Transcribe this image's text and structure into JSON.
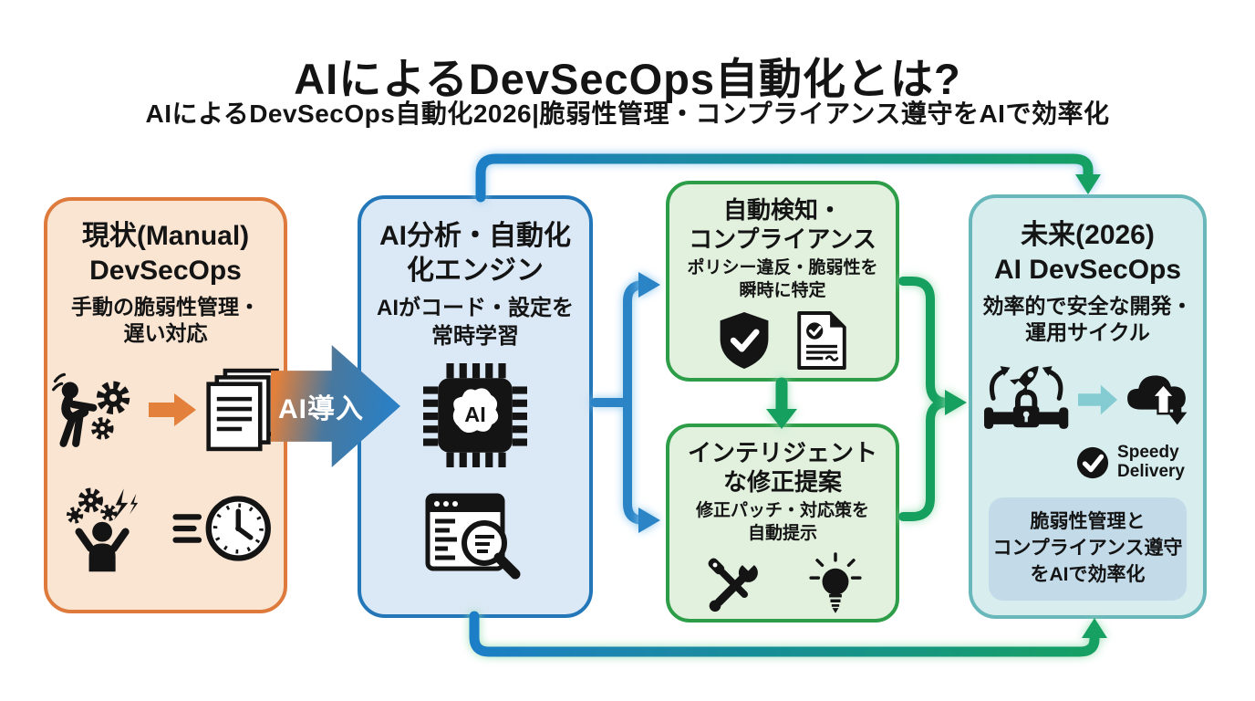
{
  "title": "AIによるDevSecOps自動化とは?",
  "subtitle": "AIによるDevSecOps自動化2026|脆弱性管理・コンプライアンス遵守をAIで効率化",
  "arrows": {
    "ai_adoption_label": "AI導入",
    "flow_top": "engine-to-future",
    "flow_bottom": "engine-to-future",
    "branch_left": "engine-to-detect-and-suggest",
    "branch_right": "detect-and-suggest-to-future",
    "detect_to_suggest": "down"
  },
  "boxes": {
    "current": {
      "title": "現状(Manual)\nDevSecOps",
      "desc": "手動の脆弱性管理・\n遅い対応",
      "icons": [
        "manual-worker-gears-icon",
        "orange-arrow-icon",
        "documents-stack-icon",
        "stressed-developer-icon",
        "slow-clock-icon"
      ]
    },
    "ai": {
      "title": "AI分析・自動化\n化エンジン",
      "desc": "AIがコード・設定を\n常時学習",
      "chip_label": "AI",
      "icons": [
        "ai-chip-brain-icon",
        "code-scan-magnifier-icon"
      ]
    },
    "detect": {
      "title": "自動検知・\nコンプライアンス",
      "desc": "ポリシー違反・脆弱性を\n瞬時に特定",
      "icons": [
        "shield-check-icon",
        "compliance-doc-icon"
      ]
    },
    "suggest": {
      "title": "インテリジェント\nな修正提案",
      "desc": "修正パッチ・対応策を\n自動提示",
      "icons": [
        "repair-tools-icon",
        "idea-bulb-icon"
      ]
    },
    "future": {
      "title": "未来(2026)\nAI DevSecOps",
      "desc": "効率的で安全な開発・\n運用サイクル",
      "speedy": "Speedy\nDelivery",
      "summary": "脆弱性管理と\nコンプライアンス遵守\nをAIで効率化",
      "icons": [
        "secure-pipeline-rocket-icon",
        "teal-arrow-icon",
        "cloud-deploy-icon",
        "check-circle-icon"
      ]
    }
  },
  "palette": {
    "current_bg": "#fae5d3",
    "current_border": "#dd7a3c",
    "ai_bg": "#dbe8f5",
    "ai_border": "#2377b8",
    "green_bg": "#e1f1de",
    "green_border": "#2d9d48",
    "future_bg": "#d8eded",
    "future_border": "#68b7ba",
    "summary_bg": "#c3dbe9",
    "flow_blue": "#1d7ec6",
    "flow_green": "#14a062",
    "adoption_gradient_start": "#e2803c",
    "adoption_gradient_end": "#2b7fc2",
    "icon_black": "#141414"
  }
}
